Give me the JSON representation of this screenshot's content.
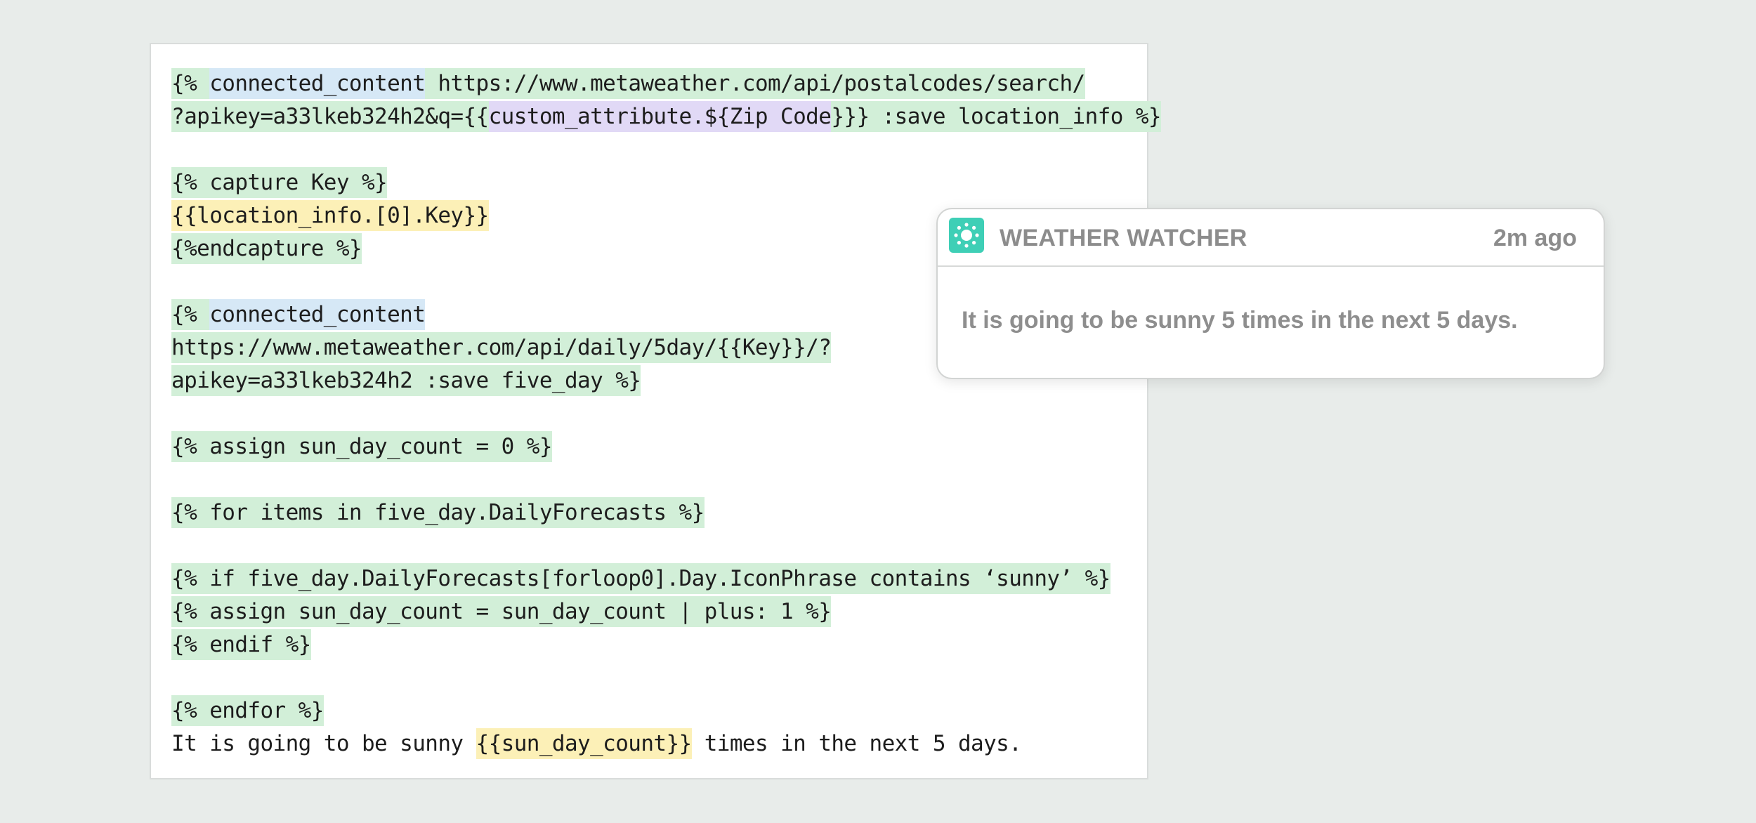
{
  "code_lines": [
    [
      {
        "t": "{% ",
        "h": "green"
      },
      {
        "t": "connected_content",
        "h": "blue"
      },
      {
        "t": " https://www.metaweather.com/api/postalcodes/search/",
        "h": "green"
      }
    ],
    [
      {
        "t": "?apikey=a33lkeb324h2&q={{",
        "h": "green"
      },
      {
        "t": "custom_attribute.${Zip Code",
        "h": "purple"
      },
      {
        "t": "}}} :save location_info %}",
        "h": "green"
      }
    ],
    [],
    [
      {
        "t": "{% capture Key %}",
        "h": "green"
      }
    ],
    [
      {
        "t": "{{location_info.[0].Key}}",
        "h": "yellow"
      }
    ],
    [
      {
        "t": "{%endcapture %}",
        "h": "green"
      }
    ],
    [],
    [
      {
        "t": "{% ",
        "h": "green"
      },
      {
        "t": "connected_content",
        "h": "blue"
      }
    ],
    [
      {
        "t": "https://www.metaweather.com/api/daily/5day/{{Key}}/?",
        "h": "green"
      }
    ],
    [
      {
        "t": "apikey=a33lkeb324h2 :save five_day %}",
        "h": "green"
      }
    ],
    [],
    [
      {
        "t": "{% assign sun_day_count = 0 %}",
        "h": "green"
      }
    ],
    [],
    [
      {
        "t": "{% for items in five_day.DailyForecasts %}",
        "h": "green"
      }
    ],
    [],
    [
      {
        "t": "{% if five_day.DailyForecasts[forloop0].Day.IconPhrase contains ‘sunny’ %}",
        "h": "green"
      }
    ],
    [
      {
        "t": "{% assign sun_day_count = sun_day_count | plus: 1 %}",
        "h": "green"
      }
    ],
    [
      {
        "t": "{% endif %}",
        "h": "green"
      }
    ],
    [],
    [
      {
        "t": "{% endfor %}",
        "h": "green"
      }
    ],
    [
      {
        "t": "It is going to be sunny ",
        "h": ""
      },
      {
        "t": "{{sun_day_count}}",
        "h": "yellow"
      },
      {
        "t": " times in the next 5 days.",
        "h": ""
      }
    ]
  ],
  "notification": {
    "app_name": "WEATHER WATCHER",
    "time": "2m ago",
    "message": "It is going to be sunny 5 times in the next 5 days.",
    "icon": "sun-icon",
    "icon_color": "#3ecfb6"
  },
  "colors": {
    "background": "#e8ecea",
    "highlight_green": "#d2efd8",
    "highlight_blue": "#d6e8f6",
    "highlight_purple": "#e1d9f6",
    "highlight_yellow": "#fcf0b7"
  }
}
